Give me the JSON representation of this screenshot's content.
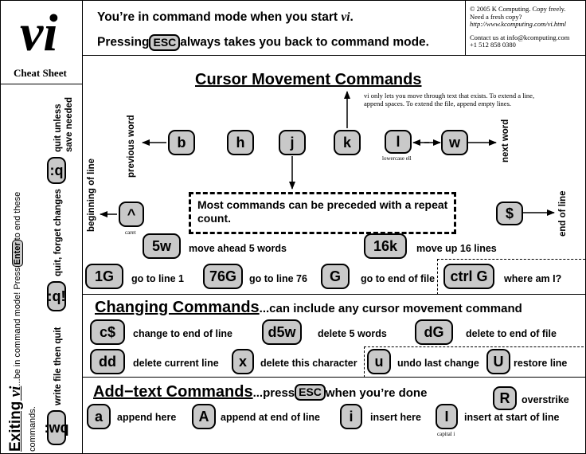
{
  "logo": {
    "title": "vi",
    "subtitle": "Cheat Sheet"
  },
  "header": {
    "line1_prefix": "You’re in command mode when you start ",
    "line1_vi": "vi",
    "line1_suffix": ".",
    "line2_prefix": "Pressing",
    "line2_key": "ESC",
    "line2_suffix": "always takes you back to command mode.",
    "copyright_1": "© 2005 K Computing.  Copy freely.",
    "copyright_2": "Need a fresh copy?",
    "copyright_3": "http://www.kcomputing.com/vi.html",
    "contact_1": "Contact us at info@kcomputing.com",
    "contact_2": "+1 512 858 0380"
  },
  "exiting": {
    "title": "Exiting ",
    "title_vi": "vi",
    "line1_a": "...be in command mode!  Press",
    "line1_key": "Enter",
    "line1_b": "to end these",
    "line2": "commands.",
    "wq_key": ":wq",
    "wq_desc": "write file then quit",
    "qbang_key": ":q!",
    "qbang_desc": "quit, forget changes",
    "q_key": ":q",
    "q_desc_1": "quit unless",
    "q_desc_2": "save needed"
  },
  "cursor": {
    "title": "Cursor Movement Commands",
    "note": "vi only lets you move through text that exists.  To extend a line, append spaces.  To extend the file, append empty lines.",
    "key_b": "b",
    "key_h": "h",
    "key_j": "j",
    "key_k": "k",
    "key_l": "l",
    "key_w": "w",
    "key_caret": "^",
    "key_dollar": "$",
    "label_previous_word": "previous word",
    "label_next_word": "next word",
    "label_beginning_of_line": "beginning of line",
    "label_end_of_line": "end of line",
    "label_lowercase_ell": "lowercase ell",
    "label_caret": "caret",
    "repeat_box": "Most commands can be preceded with a repeat count.",
    "key_5w": "5w",
    "desc_5w": "move ahead 5 words",
    "key_16k": "16k",
    "desc_16k": "move up 16 lines",
    "key_1G": "1G",
    "desc_1G": "go to line  1",
    "key_76G": "76G",
    "desc_76G": "go to line 76",
    "key_G": "G",
    "desc_G": "go to end of file",
    "key_ctrlG": "ctrl G",
    "desc_ctrlG": "where am I?"
  },
  "changing": {
    "title": "Changing Commands",
    "subtitle": "...can include any cursor movement command",
    "key_c": "c$",
    "desc_c": "change to end of line",
    "key_d5w": "d5w",
    "desc_d5w": "delete 5 words",
    "key_dG": "dG",
    "desc_dG": "delete to end of file",
    "key_dd": "dd",
    "desc_dd": "delete current line",
    "key_x": "x",
    "desc_x": "delete this character",
    "key_u": "u",
    "desc_u": "undo last change",
    "key_U": "U",
    "desc_U": "restore line"
  },
  "addtext": {
    "title": "Add−text Commands",
    "subtitle_a": "...press",
    "subtitle_key": "ESC",
    "subtitle_b": "when you’re done",
    "key_R": "R",
    "desc_R": "overstrike",
    "key_a": "a",
    "desc_a": "append here",
    "key_A": "A",
    "desc_A": "append at end of line",
    "key_i": "i",
    "desc_i": "insert here",
    "key_I": "I",
    "desc_I": "insert at start of line",
    "label_capital_i": "capital i"
  }
}
